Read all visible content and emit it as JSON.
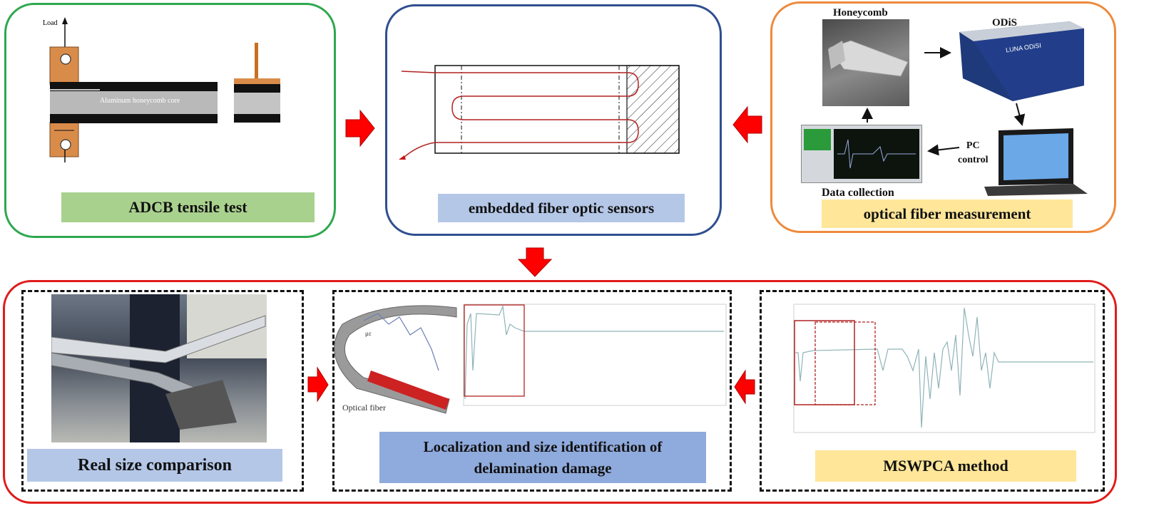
{
  "top": {
    "adcb": {
      "caption": "ADCB tensile test",
      "load_label": "Load",
      "core_label": "Aluminum honeycomb core"
    },
    "sensors": {
      "caption": "embedded fiber optic sensors"
    },
    "measurement": {
      "caption": "optical fiber measurement",
      "honeycomb_label": "Honeycomb",
      "odis_label": "ODiS\nI",
      "pc_label": "PC\ncontrol",
      "data_label": "Data collection",
      "device_brand": "LUNA ODiSI"
    }
  },
  "bottom": {
    "real_size": {
      "caption": "Real size comparison"
    },
    "localization": {
      "caption": "Localization and size identification of delamination damage",
      "fiber_label": "Optical fiber",
      "strain_label": "με"
    },
    "mswpca": {
      "caption": "MSWPCA method"
    }
  },
  "colors": {
    "green_border": "#2fa84f",
    "blue_border": "#2f4f8f",
    "orange_border": "#ee8a3c",
    "red_border": "#e01b1b",
    "green_label": "#a9d18e",
    "blue_label": "#b4c7e7",
    "yellow_label": "#ffe699",
    "arrow_red": "#ff0000",
    "fiber_red": "#b22222"
  }
}
